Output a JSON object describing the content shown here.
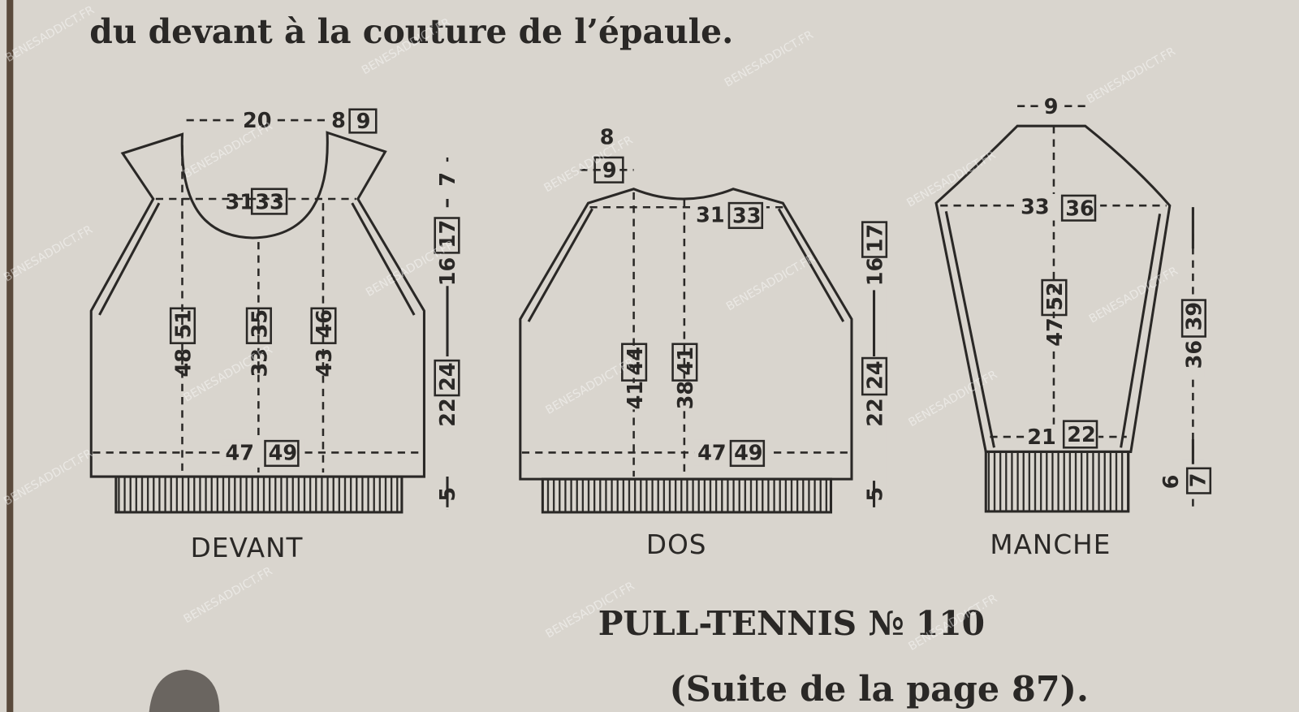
{
  "header_text": "du devant à la couture de l’épaule.",
  "watermark": "BENESADDICT.FR",
  "devant": {
    "label": "DEVANT",
    "neck_width": "20",
    "shoulder": "8",
    "shoulder_box": "9",
    "chest_top": "31",
    "chest_top_box": "33",
    "len_left": "48",
    "len_left_box": "51",
    "len_mid": "33",
    "len_mid_box": "35",
    "len_right": "43",
    "len_right_box": "46",
    "width": "47",
    "width_box": "49",
    "side_top": "7",
    "raglan": "16",
    "raglan_box": "17",
    "side": "22",
    "side_box": "24",
    "rib": "5"
  },
  "dos": {
    "label": "DOS",
    "neck": "8",
    "neck_box": "9",
    "chest_top": "31",
    "chest_top_box": "33",
    "len_left": "41",
    "len_left_box": "44",
    "len_mid": "38",
    "len_mid_box": "41",
    "width": "47",
    "width_box": "49",
    "raglan": "16",
    "raglan_box": "17",
    "side": "22",
    "side_box": "24",
    "rib": "5"
  },
  "manche": {
    "label": "MANCHE",
    "top": "9",
    "upper": "33",
    "upper_box": "36",
    "raglan": "47",
    "raglan_box": "52",
    "cuff": "21",
    "cuff_box": "22",
    "length": "36",
    "length_box": "39",
    "rib": "6",
    "rib_box": "7"
  },
  "title": "PULL-TENNIS № 110",
  "subtitle": "(Suite de la page 87)."
}
